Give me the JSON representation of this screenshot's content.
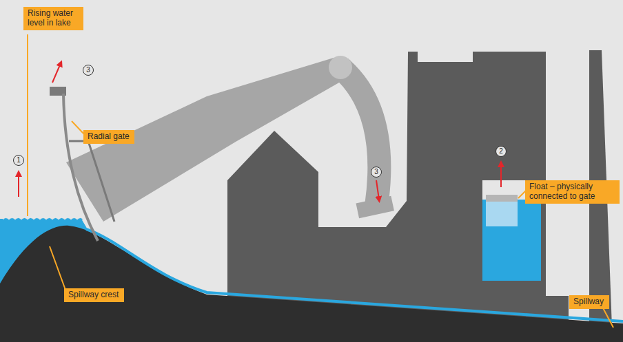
{
  "diagram": {
    "nodes": [
      {
        "text": [
          "Rising water level in lake"
        ]
      },
      {
        "text": [
          "3"
        ]
      },
      {
        "text": [
          "Radial gate"
        ]
      },
      {
        "text": [
          "1"
        ]
      },
      {
        "text": [
          "3"
        ]
      },
      {
        "text": [
          "2"
        ]
      },
      {
        "text": [
          "Float – physically connected to gate"
        ]
      },
      {
        "text": [
          "Spillway crest"
        ]
      },
      {
        "text": [
          "Spillway"
        ]
      }
    ]
  }
}
